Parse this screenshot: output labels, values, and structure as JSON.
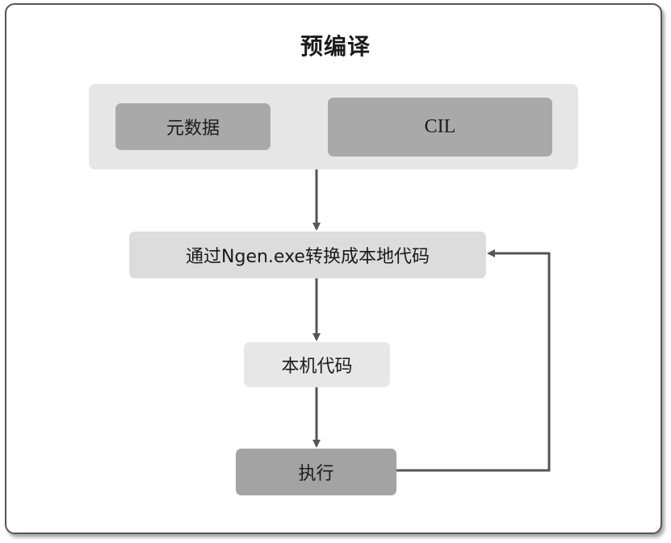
{
  "diagram": {
    "title": "预编译",
    "nodes": {
      "metadata": "元数据",
      "cil": "CIL",
      "ngen": "通过Ngen.exe转换成本地代码",
      "native_code": "本机代码",
      "execute": "执行"
    },
    "edges": [
      {
        "from": "group",
        "to": "ngen"
      },
      {
        "from": "ngen",
        "to": "native_code"
      },
      {
        "from": "native_code",
        "to": "execute"
      },
      {
        "from": "execute",
        "to": "ngen"
      }
    ],
    "colors": {
      "frame_border": "#555555",
      "group_bg": "#e6e6e6",
      "dark_box": "#a9a9a9",
      "light_box": "#dcdcdc",
      "arrow": "#555555"
    }
  }
}
